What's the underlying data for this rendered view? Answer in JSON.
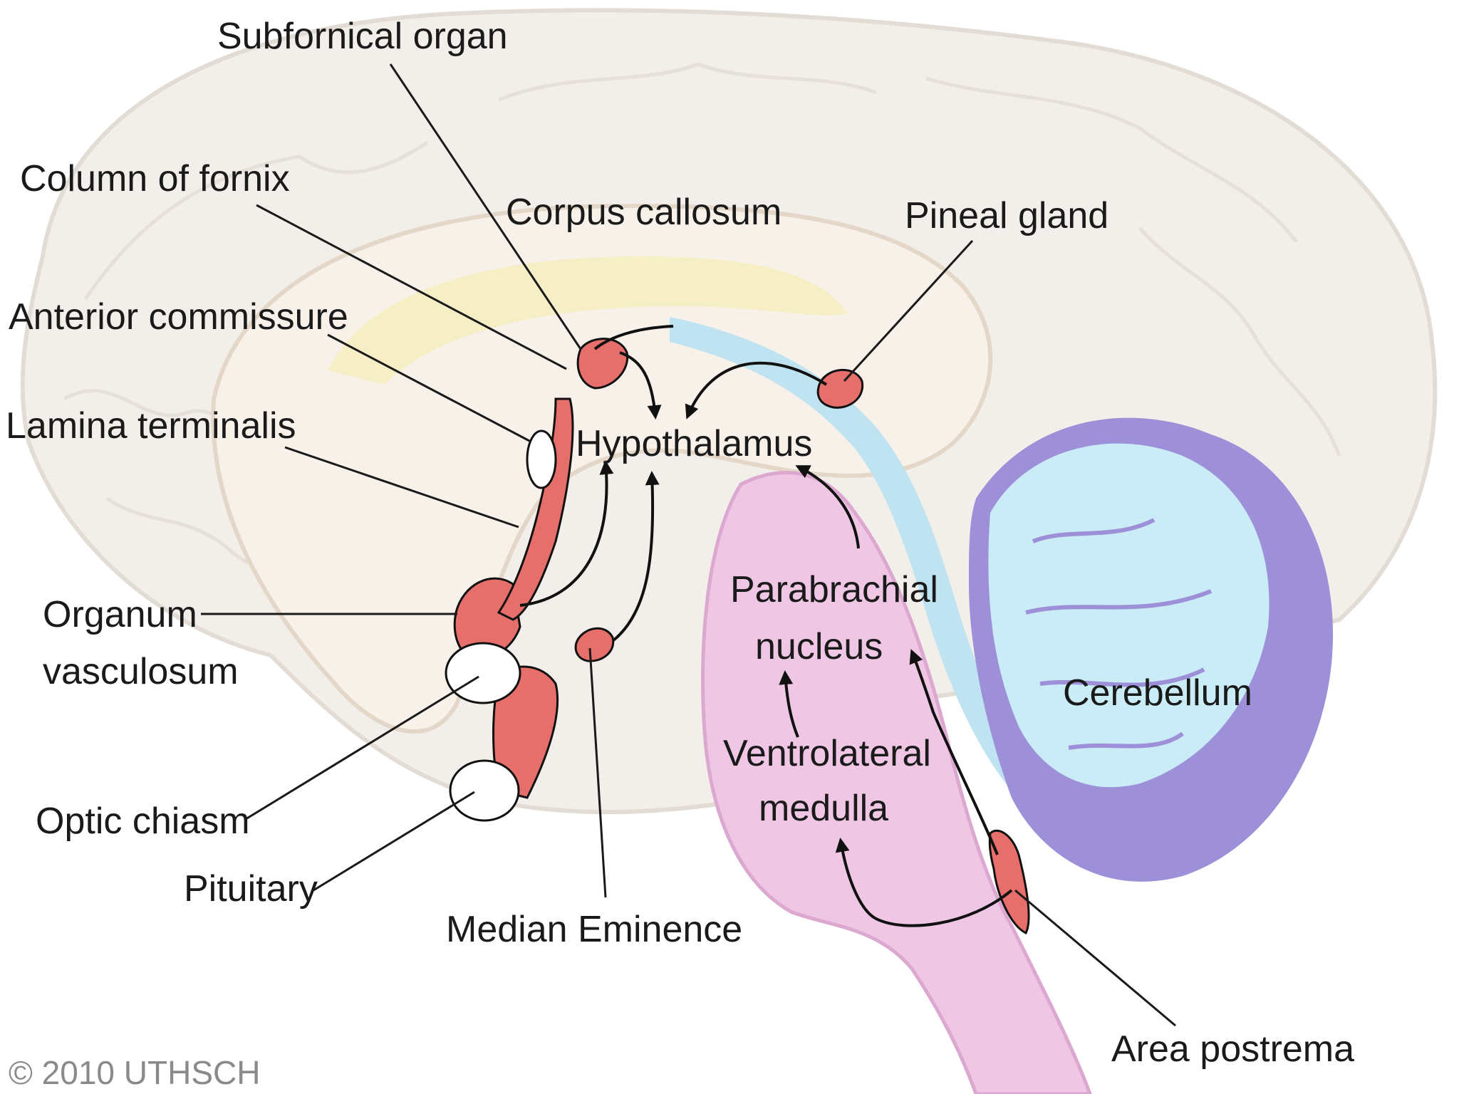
{
  "labels": {
    "subfornical_organ": "Subfornical organ",
    "column_of_fornix": "Column of fornix",
    "corpus_callosum": "Corpus callosum",
    "pineal_gland": "Pineal gland",
    "anterior_commissure": "Anterior commissure",
    "lamina_terminalis": "Lamina terminalis",
    "hypothalamus": "Hypothalamus",
    "organum_line1": "Organum",
    "organum_line2": "vasculosum",
    "parabrachial_line1": "Parabrachial",
    "parabrachial_line2": "nucleus",
    "cerebellum": "Cerebellum",
    "ventrolateral_line1": "Ventrolateral",
    "ventrolateral_line2": "medulla",
    "optic_chiasm": "Optic chiasm",
    "pituitary": "Pituitary",
    "median_eminence": "Median Eminence",
    "area_postrema": "Area postrema"
  },
  "copyright": "© 2010 UTHSCH",
  "colors": {
    "brain_outer": "#f2eeea",
    "brain_inner": "#f7f1ea",
    "corpus_callosum": "#f6efc6",
    "csf_blue": "#bfe3f0",
    "brainstem_pink": "#efc6e4",
    "cerebellum_blue": "#c9ecf7",
    "cerebellum_purple": "#9d8fd8",
    "organ_red": "#e76f6b"
  }
}
